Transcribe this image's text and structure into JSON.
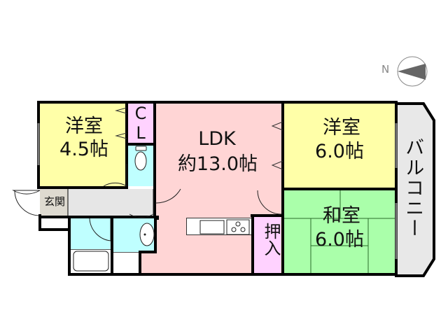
{
  "compass": {
    "label": "N",
    "icon": "north-arrow-icon"
  },
  "rooms": {
    "western_room_1": {
      "name": "洋室",
      "size": "4.5帖",
      "color": "#ffffa8"
    },
    "closet": {
      "name": "C\nL",
      "color": "#ffd2ff"
    },
    "toilet": {
      "name": "",
      "color": "#bfffff"
    },
    "ldk": {
      "name": "LDK",
      "size": "約13.0帖",
      "color": "#ffd5d5"
    },
    "western_room_2": {
      "name": "洋室",
      "size": "6.0帖",
      "color": "#ffffa8"
    },
    "japanese_room": {
      "name": "和室",
      "size": "6.0帖",
      "color": "#aaffaa"
    },
    "oshiire": {
      "name": "押入",
      "color": "#ffd2ff"
    },
    "balcony": {
      "name": "バルコニー",
      "color": "#e8e8e8"
    },
    "entrance": {
      "name": "玄関",
      "color": "#dedad0"
    },
    "hallway": {
      "name": "",
      "color": "#e6e6e6"
    },
    "washroom": {
      "name": "",
      "color": "#bfffff"
    },
    "bathroom": {
      "name": "",
      "color": "#bfffff"
    }
  }
}
